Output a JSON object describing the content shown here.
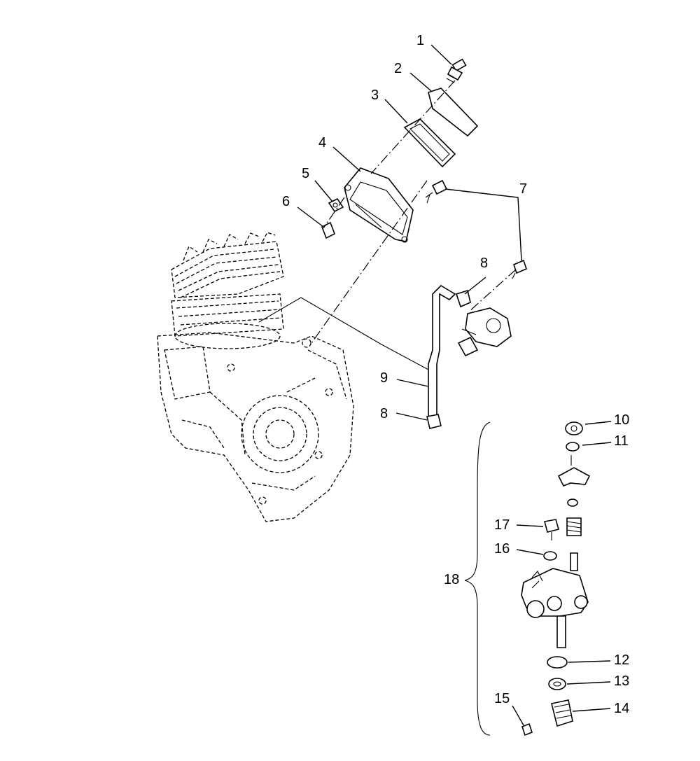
{
  "callouts": [
    {
      "id": "c1",
      "label": "1"
    },
    {
      "id": "c2",
      "label": "2"
    },
    {
      "id": "c3",
      "label": "3"
    },
    {
      "id": "c4",
      "label": "4"
    },
    {
      "id": "c5",
      "label": "5"
    },
    {
      "id": "c6",
      "label": "6"
    },
    {
      "id": "c7",
      "label": "7"
    },
    {
      "id": "c8a",
      "label": "8"
    },
    {
      "id": "c9",
      "label": "9"
    },
    {
      "id": "c8b",
      "label": "8"
    },
    {
      "id": "c10",
      "label": "10"
    },
    {
      "id": "c11",
      "label": "11"
    },
    {
      "id": "c17",
      "label": "17"
    },
    {
      "id": "c16",
      "label": "16"
    },
    {
      "id": "c18",
      "label": "18"
    },
    {
      "id": "c12",
      "label": "12"
    },
    {
      "id": "c13",
      "label": "13"
    },
    {
      "id": "c15",
      "label": "15"
    },
    {
      "id": "c14",
      "label": "14"
    }
  ],
  "colors": {
    "ink": "#000000",
    "paper": "#ffffff"
  }
}
